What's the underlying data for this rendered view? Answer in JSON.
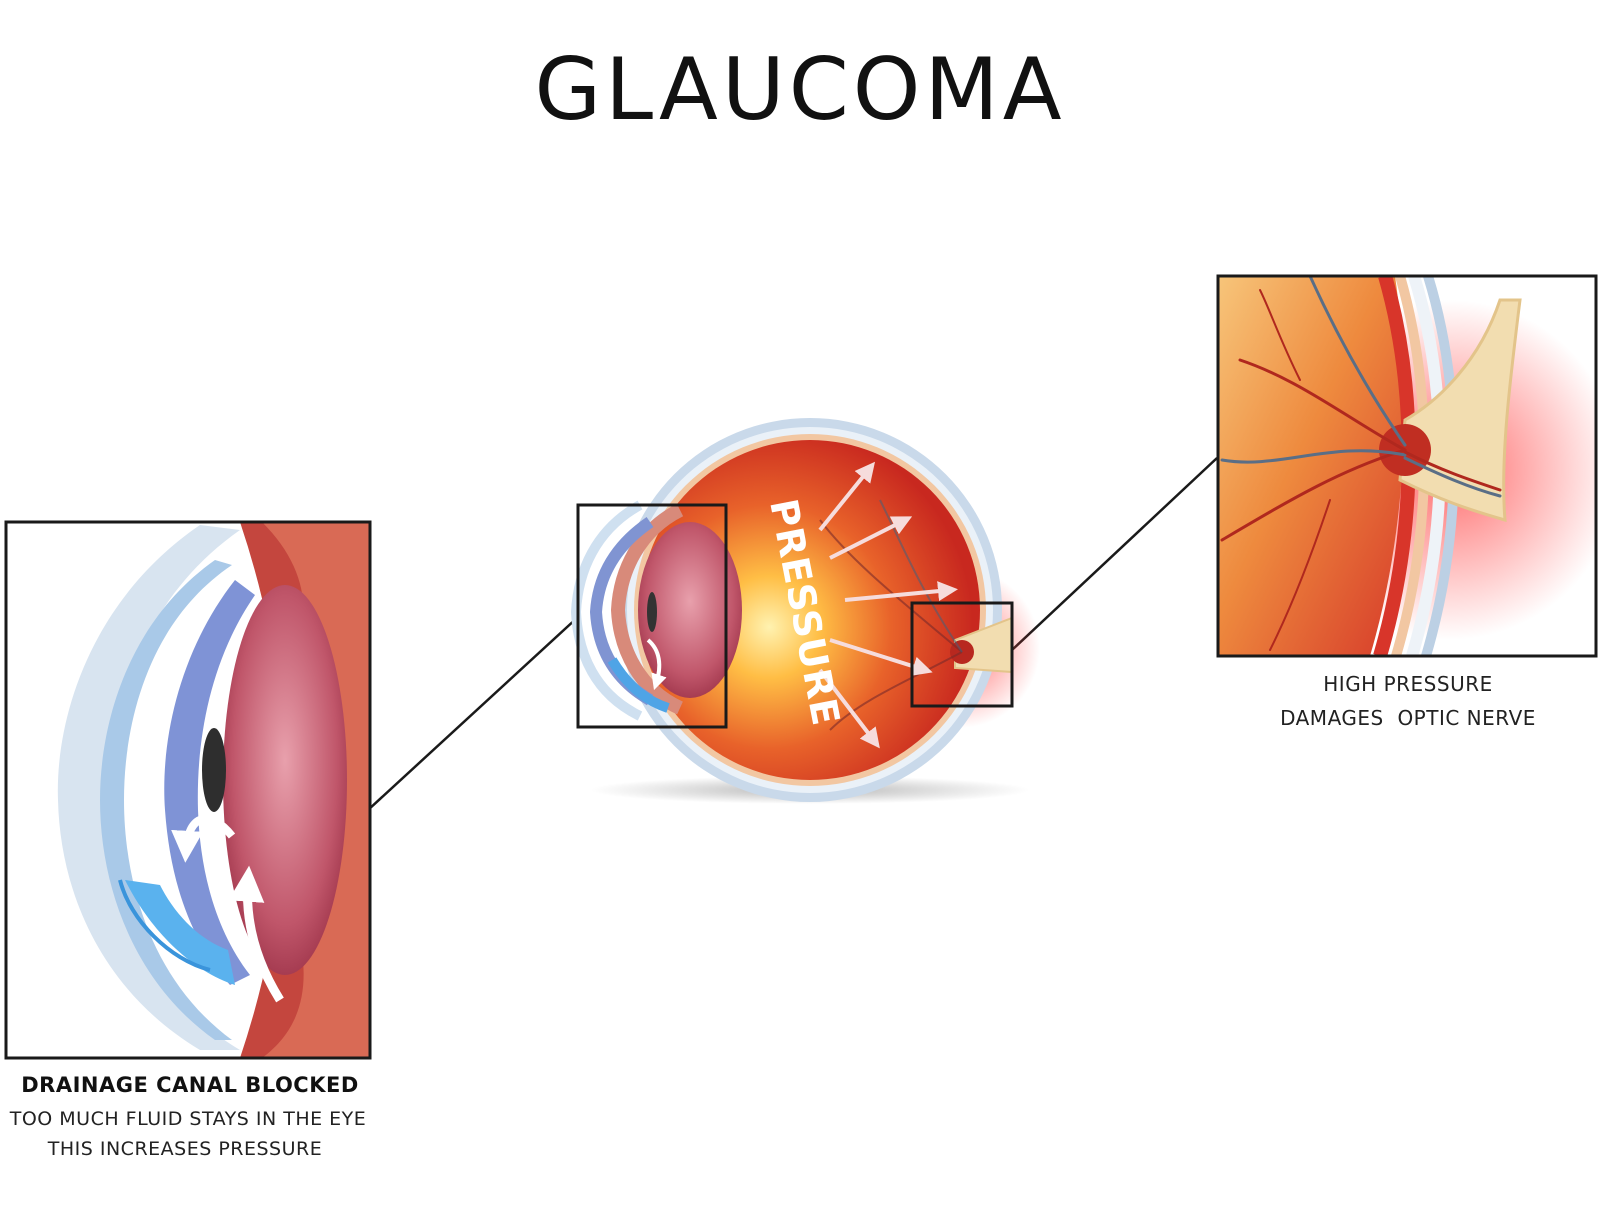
{
  "title": "GLAUCOMA",
  "center_eye": {
    "pressure_label": "PRESSURE"
  },
  "left_panel": {
    "heading": "DRAINAGE CANAL BLOCKED",
    "line1": "TOO MUCH FLUID STAYS IN THE EYE",
    "line2": "THIS INCREASES PRESSURE"
  },
  "right_panel": {
    "line1": "HIGH PRESSURE",
    "line2": "DAMAGES  OPTIC NERVE"
  },
  "colors": {
    "retina_red": "#d8382c",
    "sclera_blue": "#bcd0e4",
    "nerve_cream": "#f2ddb0",
    "iris_blue": "#7d8fd0",
    "glow_orange": "#ffb347",
    "lens_pink": "#b8485c",
    "frame": "#1a1a1a"
  }
}
